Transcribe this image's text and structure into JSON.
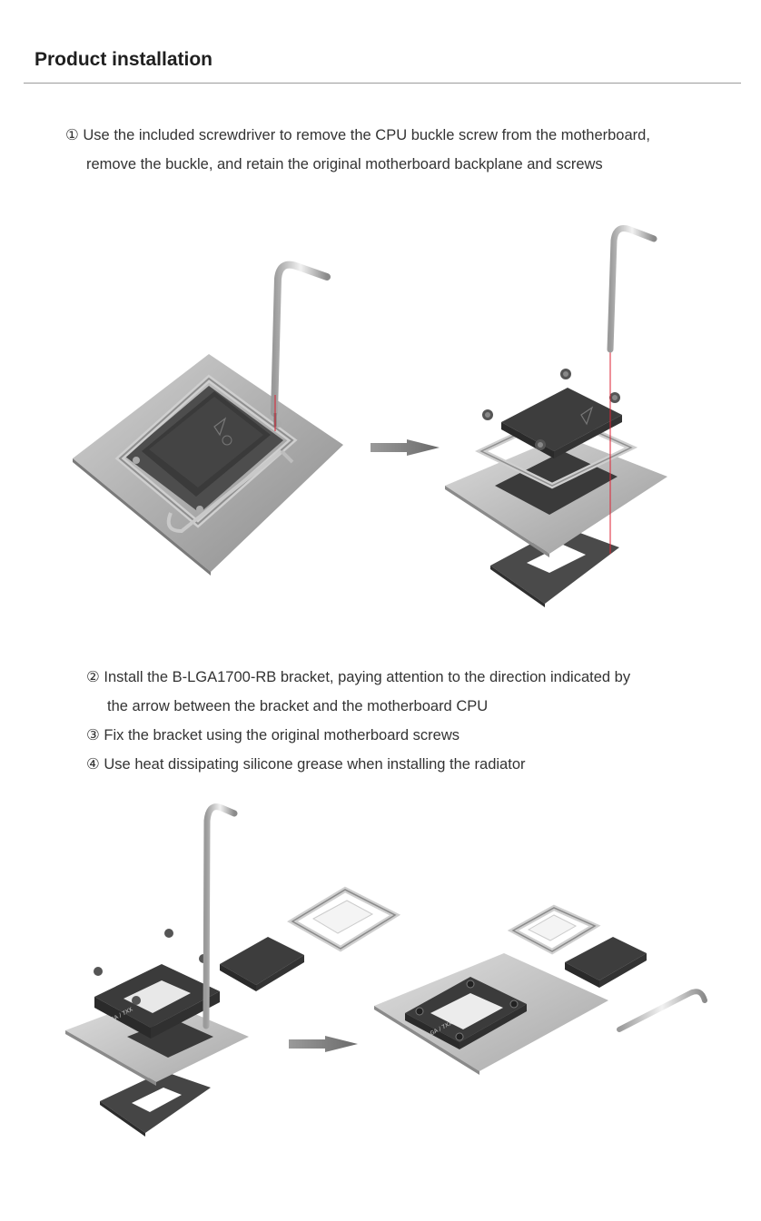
{
  "section_title": "Product installation",
  "steps": [
    {
      "marker": "①",
      "line1": "Use the included screwdriver to remove the CPU buckle screw from the motherboard,",
      "line2": "remove the buckle, and retain the original motherboard backplane and screws"
    },
    {
      "marker": "②",
      "line1": "Install the B-LGA1700-RB bracket, paying attention to the direction indicated by",
      "line2": "the arrow between the bracket and the motherboard CPU"
    },
    {
      "marker": "③",
      "line1": "Fix the bracket using the original motherboard screws"
    },
    {
      "marker": "④",
      "line1": "Use heat dissipating silicone grease when installing the radiator"
    }
  ],
  "bracket_label": "LGA / 7XX"
}
